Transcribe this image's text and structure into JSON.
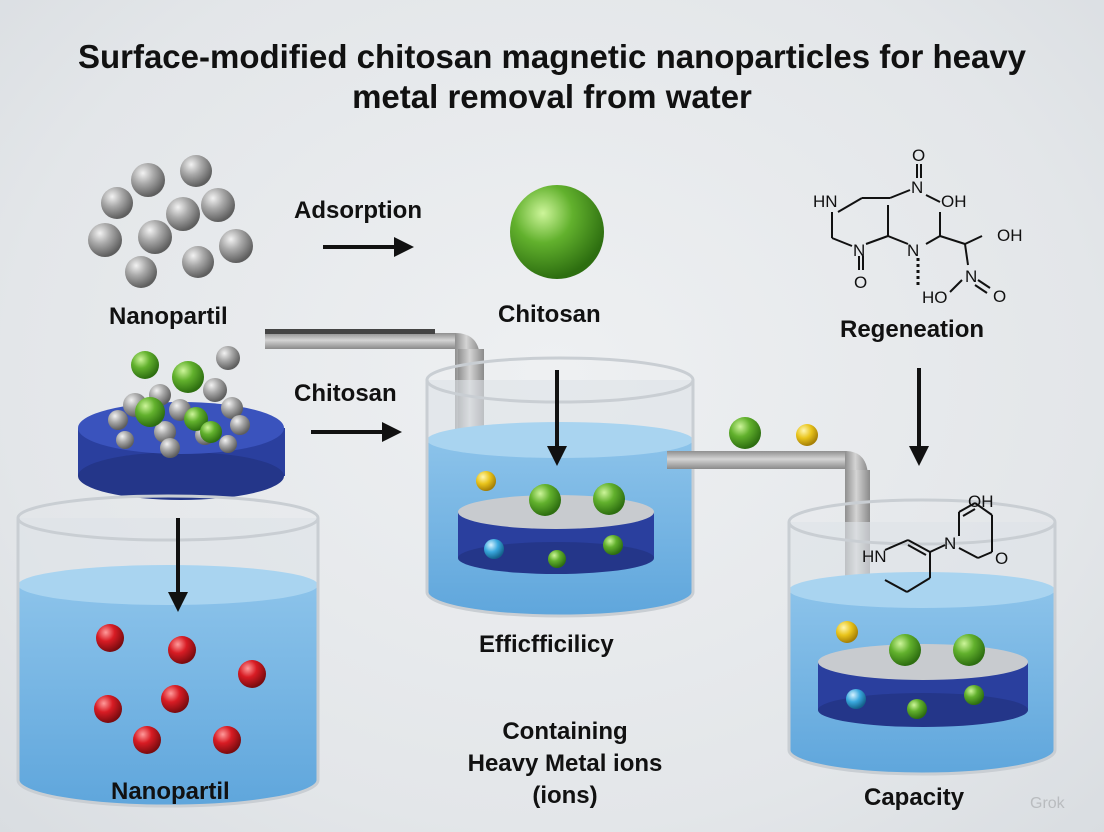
{
  "title_line1": "Surface-modified chitosan magnetic nanoparticles for heavy",
  "title_line2": "metal removal from water",
  "labels": {
    "nanopartil_top": "Nanopartil",
    "adsorption": "Adsorption",
    "chitosan_top": "Chitosan",
    "regeneation": "Regeneation",
    "chitosan_mid": "Chitosan",
    "eff": "Efficfficilicy",
    "containing_1": "Containing",
    "containing_2": "Heavy Metal ions",
    "containing_3": "(ions)",
    "nanopartil_bottom": "Nanopartil",
    "capacity": "Capacity"
  },
  "molecule_top": {
    "hn": "HN",
    "n_left": "N",
    "o_left": "O",
    "n_mid": "N",
    "n_top": "N",
    "o_top": "O",
    "oh_1": "OH",
    "oh_2": "OH",
    "n_right": "N",
    "o_right": "O",
    "ho": "HO"
  },
  "molecule_small": {
    "hn": "HN",
    "n": "N",
    "oh": "OH",
    "o": "O"
  },
  "watermark": "Grok",
  "colors": {
    "water": "#6fb1e3",
    "platform": "#2a3f9e",
    "nanoparticle": "#9c9c9c",
    "chitosan": "#5aa628",
    "heavy_metal": "#d01a22",
    "gold_ion": "#e6c21a",
    "blue_ion": "#3aa8de"
  }
}
